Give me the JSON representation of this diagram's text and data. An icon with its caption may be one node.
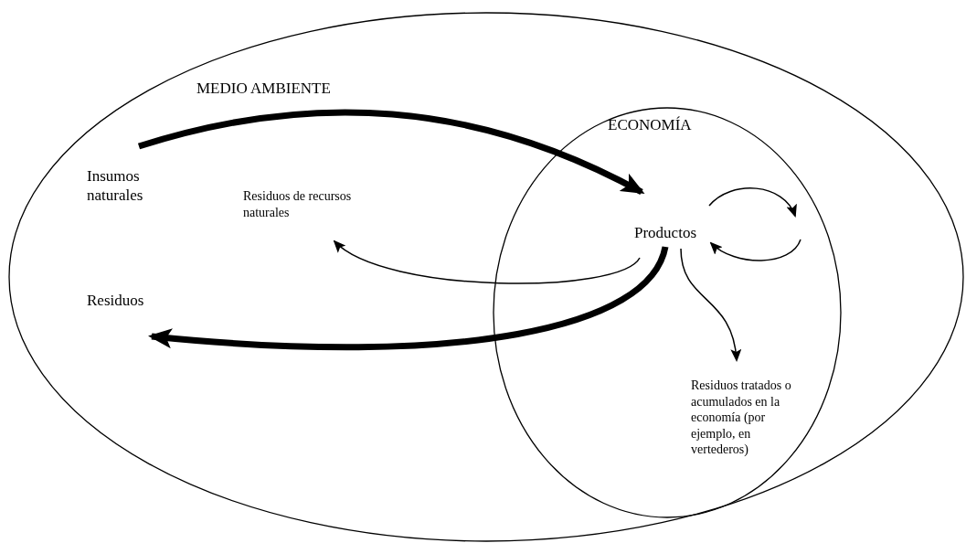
{
  "diagram": {
    "nodes": [
      {
        "text": [
          "MEDIO AMBIENTE"
        ]
      },
      {
        "text": [
          "ECONOMÍA"
        ],
        "in": 0
      },
      {
        "text": [
          "Insumos naturales"
        ],
        "in": 0
      },
      {
        "text": [
          "Residuos de recursos naturales"
        ],
        "in": 0
      },
      {
        "text": [
          "Productos"
        ],
        "in": 1
      },
      {
        "text": [
          "Residuos"
        ],
        "in": 0
      },
      {
        "text": [
          "Residuos tratados o acumulados en la economía (por ejemplo, en vertederos)"
        ],
        "in": 1
      }
    ],
    "edges": [
      {
        "from": 2,
        "to": 4,
        "arrow": "to",
        "style": "thick"
      },
      {
        "from": 4,
        "to": 3,
        "arrow": "to"
      },
      {
        "from": 4,
        "to": 5,
        "arrow": "to",
        "style": "thick"
      },
      {
        "from": 4,
        "to": 6,
        "arrow": "to"
      },
      {
        "from": 4,
        "to": null,
        "arrow": "to"
      },
      {
        "from": null,
        "to": 4,
        "arrow": "to"
      }
    ]
  }
}
